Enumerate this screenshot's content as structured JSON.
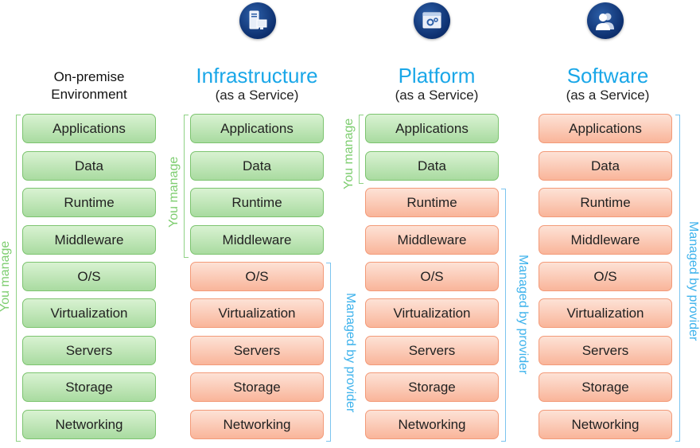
{
  "layers": [
    "Applications",
    "Data",
    "Runtime",
    "Middleware",
    "O/S",
    "Virtualization",
    "Servers",
    "Storage",
    "Networking"
  ],
  "columns": {
    "onprem": {
      "heading_line1": "On-premise",
      "heading_line2": "Environment"
    },
    "iaas": {
      "title": "Infrastructure",
      "subtitle": "(as a Service)",
      "icon": "server-monitor-icon"
    },
    "paas": {
      "title": "Platform",
      "subtitle": "(as a Service)",
      "icon": "gear-window-icon"
    },
    "saas": {
      "title": "Software",
      "subtitle": "(as a Service)",
      "icon": "users-icon"
    }
  },
  "labels": {
    "you_manage": "You manage",
    "managed_by_provider": "Managed by provider"
  },
  "colors": {
    "you_manage": "#a9dba0",
    "provider": "#f9b59a",
    "title_blue": "#1aa7e8",
    "icon_navy": "#0d2f6e"
  }
}
